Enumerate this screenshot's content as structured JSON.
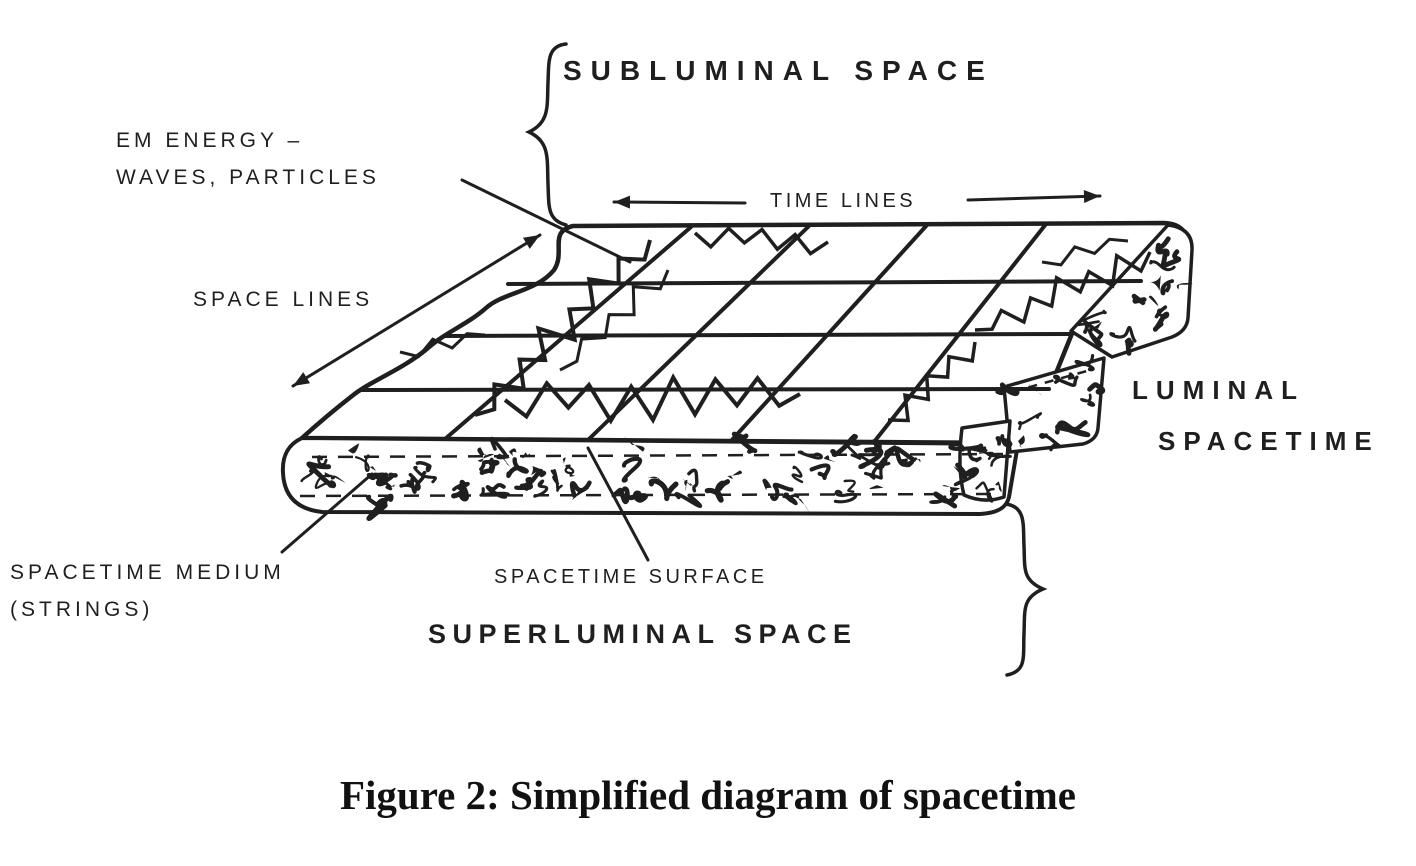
{
  "figure": {
    "caption": "Figure 2: Simplified diagram of spacetime",
    "ink_color": "#1f1f1f",
    "background_color": "#ffffff"
  },
  "labels": {
    "subluminal_space": "SUBLUMINAL SPACE",
    "em_energy": [
      "EM ENERGY –",
      "WAVES, PARTICLES"
    ],
    "time_lines": "TIME LINES",
    "space_lines": "SPACE LINES",
    "luminal": [
      "LUMINAL",
      "SPACETIME"
    ],
    "spacetime_medium": [
      "SPACETIME MEDIUM",
      "(STRINGS)"
    ],
    "spacetime_surface": "SPACETIME SURFACE",
    "superluminal_space": "SUPERLUMINAL SPACE"
  }
}
